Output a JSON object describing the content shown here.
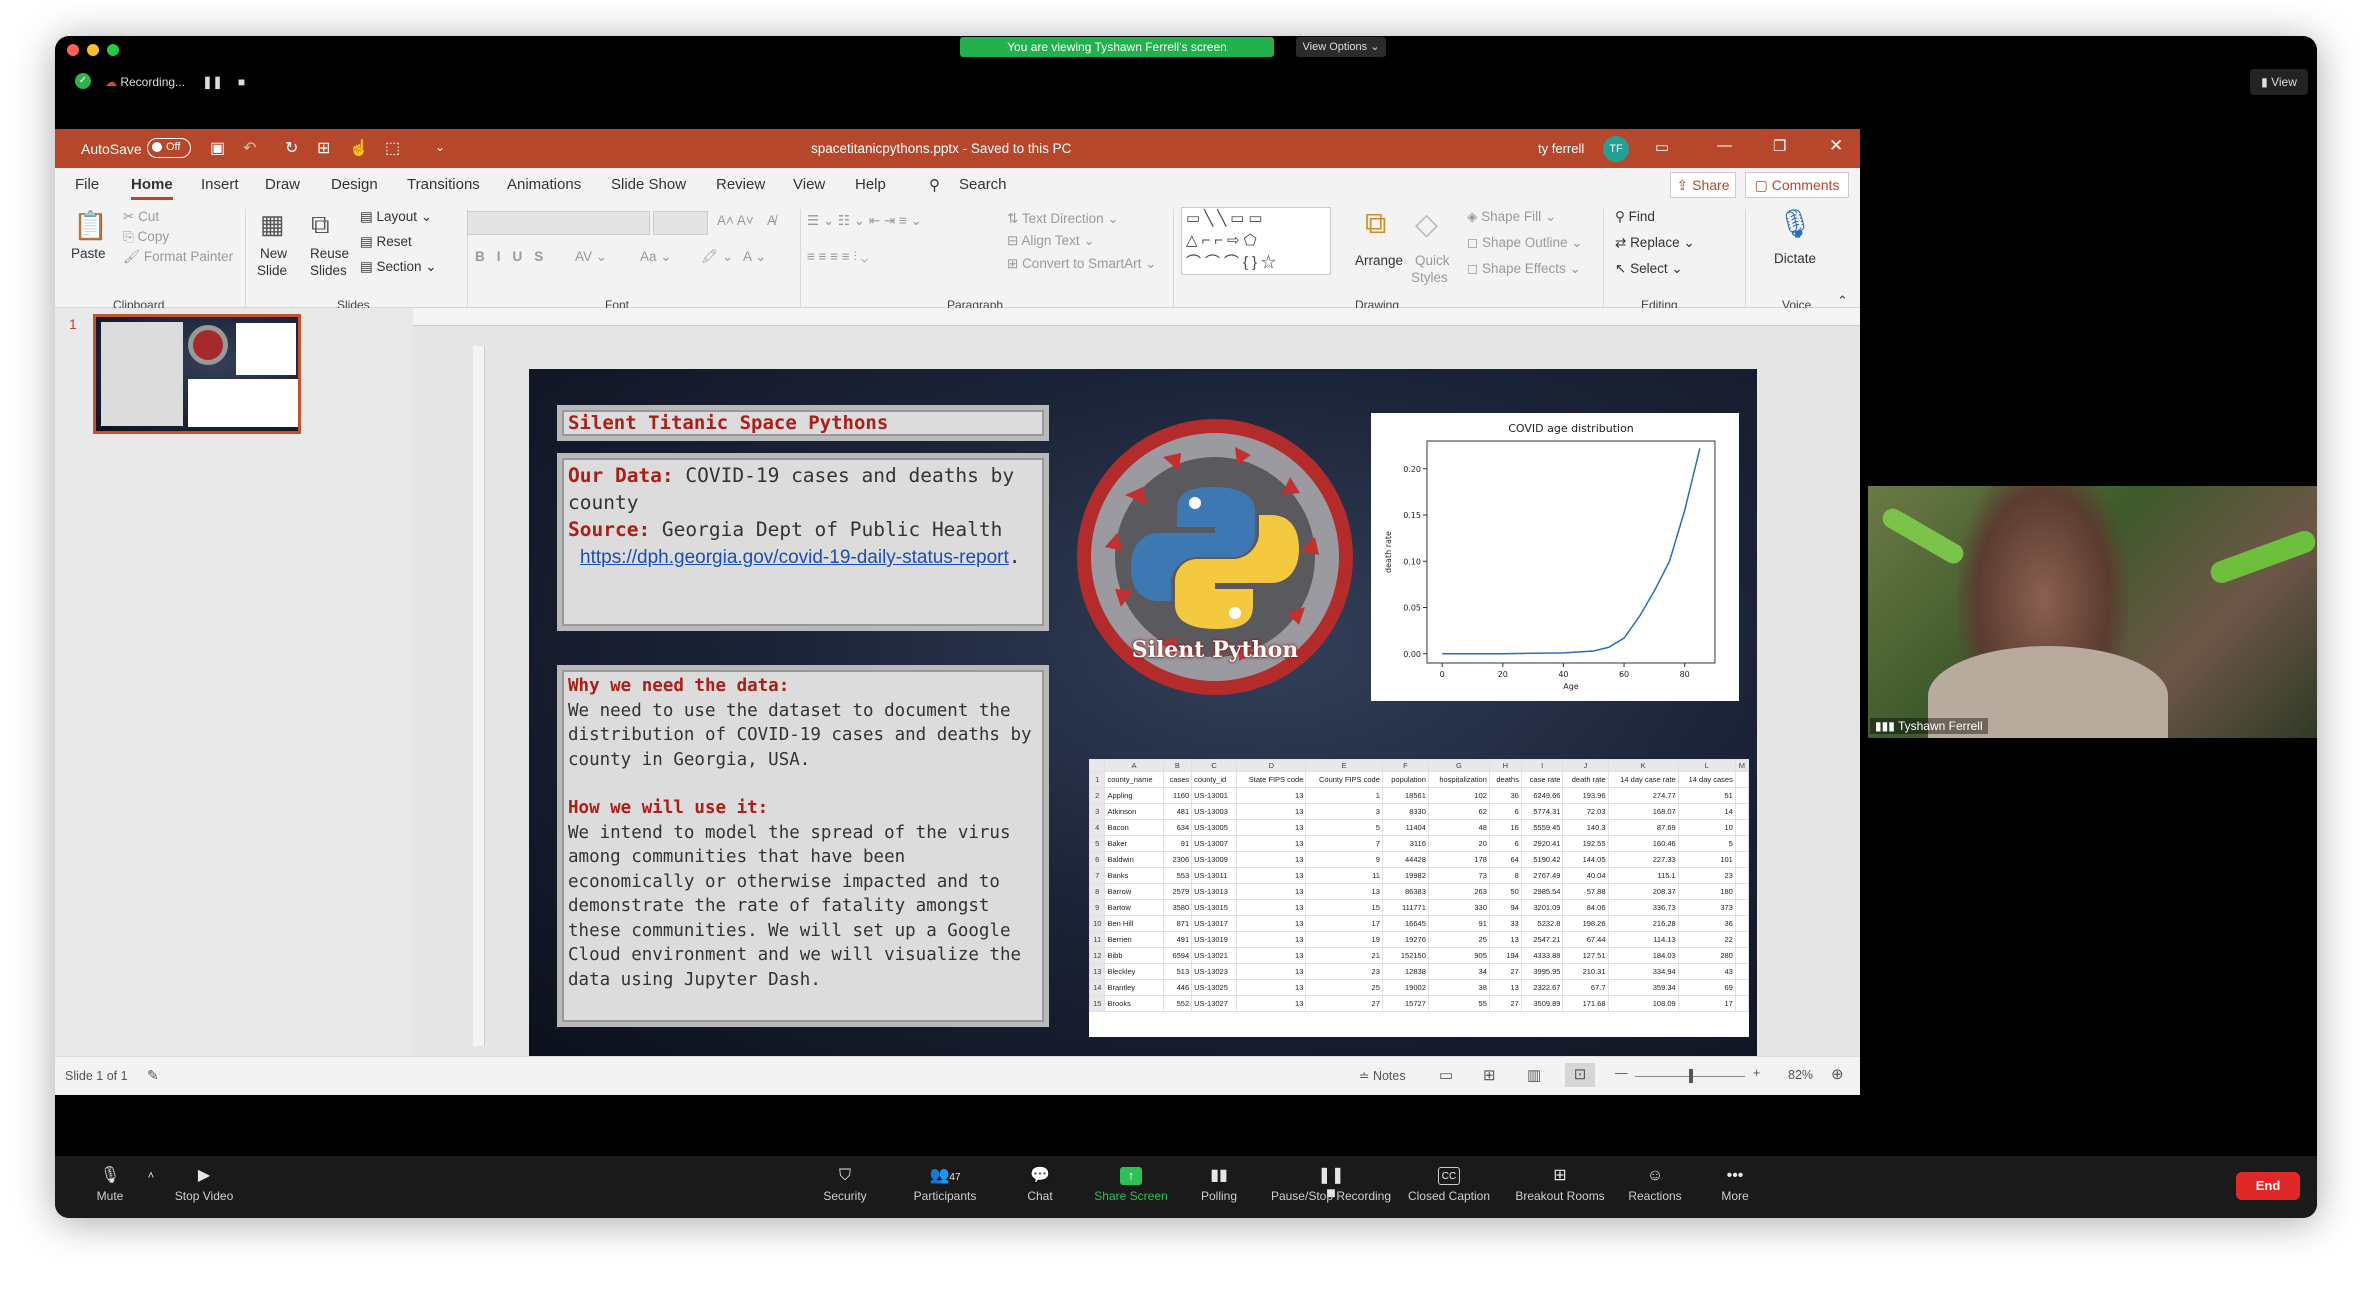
{
  "zoom_top": {
    "banner": "You are viewing Tyshawn Ferrell's screen",
    "view_options": "View Options",
    "recording": "Recording...",
    "view_btn": "View"
  },
  "ppt": {
    "autosave": "AutoSave",
    "autosave_state": "Off",
    "filename": "spacetitanicpythons.pptx  -  Saved to this PC",
    "user": "ty ferrell",
    "user_initials": "TF",
    "tabs": [
      "File",
      "Home",
      "Insert",
      "Draw",
      "Design",
      "Transitions",
      "Animations",
      "Slide Show",
      "Review",
      "View",
      "Help"
    ],
    "search": "Search",
    "share": "Share",
    "comments": "Comments",
    "ribbon": {
      "paste": "Paste",
      "cut": "Cut",
      "copy": "Copy",
      "format_painter": "Format Painter",
      "new_slide": "New",
      "new_slide2": "Slide",
      "reuse": "Reuse",
      "reuse2": "Slides",
      "layout": "Layout",
      "reset": "Reset",
      "section": "Section",
      "text_direction": "Text Direction",
      "align_text": "Align Text",
      "convert_smartart": "Convert to SmartArt",
      "arrange": "Arrange",
      "quick_styles": "Quick",
      "quick_styles2": "Styles",
      "shape_fill": "Shape Fill",
      "shape_outline": "Shape Outline",
      "shape_effects": "Shape Effects",
      "find": "Find",
      "replace": "Replace",
      "select": "Select",
      "dictate": "Dictate",
      "groups": [
        "Clipboard",
        "Slides",
        "Font",
        "Paragraph",
        "Drawing",
        "Editing",
        "Voice"
      ]
    },
    "slide_number": "1",
    "status": {
      "slide_of": "Slide 1 of 1",
      "notes": "Notes",
      "zoom": "82%"
    }
  },
  "slide": {
    "title": "Silent Titanic Space Pythons",
    "data_label": "Our Data:",
    "data_text": " COVID-19 cases and deaths by county",
    "source_label": "Source:",
    "source_text": " Georgia Dept of Public Health",
    "link": "https://dph.georgia.gov/covid-19-daily-status-report",
    "why_label": "Why we need the data:",
    "why_text": "We need to use the dataset to document the distribution of COVID-19 cases and deaths by county in Georgia, USA.",
    "how_label": "How we will use it:",
    "how_text": "We intend to model the spread of the virus among communities that have been economically or otherwise impacted and to demonstrate the rate of fatality amongst these communities. We will set up a Google Cloud environment and we will visualize the data using Jupyter Dash.",
    "logo_text": "Silent Python"
  },
  "chart_data": {
    "type": "line",
    "title": "COVID age distribution",
    "xlabel": "Age",
    "ylabel": "death rate",
    "x": [
      0,
      10,
      20,
      30,
      40,
      50,
      55,
      60,
      65,
      70,
      75,
      80,
      85
    ],
    "y": [
      0.0,
      0.0,
      0.0,
      0.0005,
      0.001,
      0.003,
      0.007,
      0.017,
      0.04,
      0.068,
      0.1,
      0.155,
      0.222
    ],
    "xlim": [
      -5,
      90
    ],
    "ylim": [
      -0.01,
      0.23
    ],
    "xticks": [
      0,
      20,
      40,
      60,
      80
    ],
    "yticks": [
      0.0,
      0.05,
      0.1,
      0.15,
      0.2
    ],
    "yticklabels": [
      "0.00",
      "0.05",
      "0.10",
      "0.15",
      "0.20"
    ]
  },
  "sheet": {
    "cols": [
      "A",
      "B",
      "C",
      "D",
      "E",
      "F",
      "G",
      "H",
      "I",
      "J",
      "K",
      "L",
      "M"
    ],
    "header": [
      "county_name",
      "cases",
      "county_id",
      "State FIPS code",
      "County FIPS code",
      "population",
      "hospitalization",
      "deaths",
      "case rate",
      "death rate",
      "14 day case rate",
      "14 day cases",
      ""
    ],
    "rows": [
      [
        "Appling",
        "1160",
        "US-13001",
        "13",
        "1",
        "18561",
        "102",
        "36",
        "6249.66",
        "193.96",
        "274.77",
        "51",
        ""
      ],
      [
        "Atkinson",
        "481",
        "US-13003",
        "13",
        "3",
        "8330",
        "62",
        "6",
        "5774.31",
        "72.03",
        "168.07",
        "14",
        ""
      ],
      [
        "Bacon",
        "634",
        "US-13005",
        "13",
        "5",
        "11404",
        "48",
        "16",
        "5559.45",
        "140.3",
        "87.69",
        "10",
        ""
      ],
      [
        "Baker",
        "91",
        "US-13007",
        "13",
        "7",
        "3116",
        "20",
        "6",
        "2920.41",
        "192.55",
        "160.46",
        "5",
        ""
      ],
      [
        "Baldwin",
        "2306",
        "US-13009",
        "13",
        "9",
        "44428",
        "178",
        "64",
        "5190.42",
        "144.05",
        "227.33",
        "101",
        ""
      ],
      [
        "Banks",
        "553",
        "US-13011",
        "13",
        "11",
        "19982",
        "73",
        "8",
        "2767.49",
        "40.04",
        "115.1",
        "23",
        ""
      ],
      [
        "Barrow",
        "2579",
        "US-13013",
        "13",
        "13",
        "86383",
        "263",
        "50",
        "2985.54",
        "57.88",
        "208.37",
        "180",
        ""
      ],
      [
        "Bartow",
        "3580",
        "US-13015",
        "13",
        "15",
        "111771",
        "330",
        "94",
        "3201.09",
        "84.06",
        "336.73",
        "373",
        ""
      ],
      [
        "Ben Hill",
        "871",
        "US-13017",
        "13",
        "17",
        "16645",
        "91",
        "33",
        "5232.8",
        "198.26",
        "216.28",
        "36",
        ""
      ],
      [
        "Berrien",
        "491",
        "US-13019",
        "13",
        "19",
        "19276",
        "25",
        "13",
        "2547.21",
        "67.44",
        "114.13",
        "22",
        ""
      ],
      [
        "Bibb",
        "6594",
        "US-13021",
        "13",
        "21",
        "152150",
        "905",
        "194",
        "4333.88",
        "127.51",
        "184.03",
        "280",
        ""
      ],
      [
        "Bleckley",
        "513",
        "US-13023",
        "13",
        "23",
        "12838",
        "34",
        "27",
        "3995.95",
        "210.31",
        "334.94",
        "43",
        ""
      ],
      [
        "Brantley",
        "446",
        "US-13025",
        "13",
        "25",
        "19002",
        "38",
        "13",
        "2322.67",
        "67.7",
        "359.34",
        "69",
        ""
      ],
      [
        "Brooks",
        "552",
        "US-13027",
        "13",
        "27",
        "15727",
        "55",
        "27",
        "3509.89",
        "171.68",
        "108.09",
        "17",
        ""
      ]
    ]
  },
  "zoom_bottom": {
    "buttons": [
      "Mute",
      "Stop Video",
      "Security",
      "Participants",
      "Chat",
      "Share Screen",
      "Polling",
      "Pause/Stop Recording",
      "Closed Caption",
      "Breakout Rooms",
      "Reactions",
      "More"
    ],
    "participants_count": "47",
    "end": "End",
    "participant_name": "Tyshawn Ferrell"
  }
}
